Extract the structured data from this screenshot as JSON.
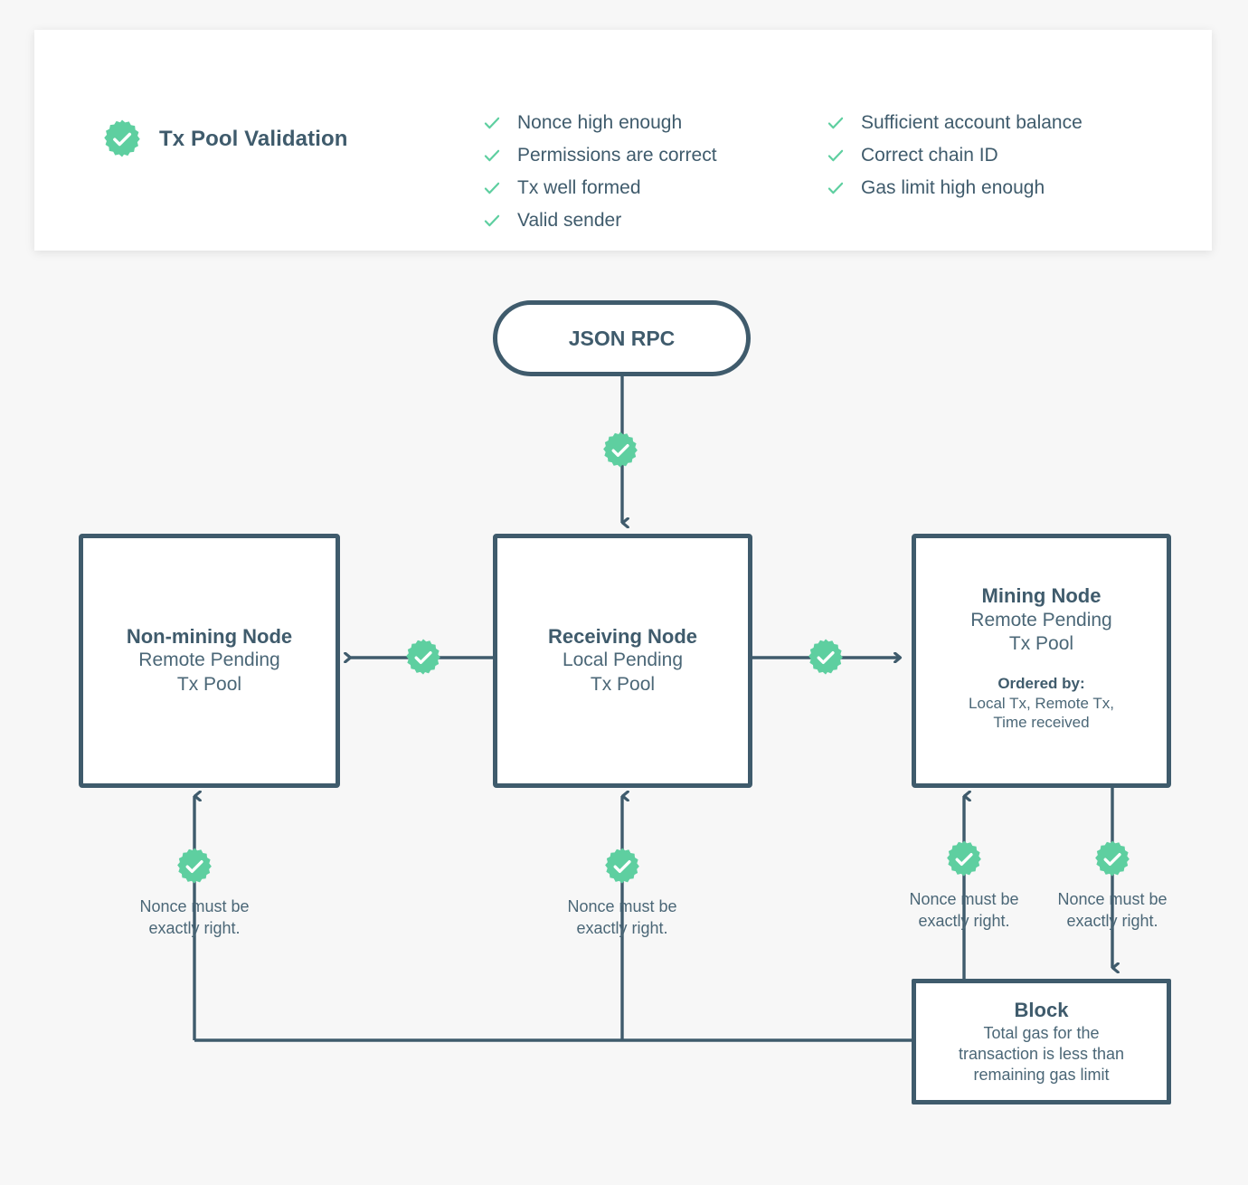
{
  "colors": {
    "page_bg": "#f7f7f7",
    "card_bg": "#ffffff",
    "stroke_dark": "#3f5b6c",
    "accent_green": "#5ecfa0",
    "text_dark": "#3f5b6c",
    "text_body": "#4b6777"
  },
  "validation_card": {
    "title": "Tx Pool Validation",
    "badge_icon": "check-badge-icon",
    "columns": [
      {
        "items": [
          "Nonce high enough",
          "Permissions are correct",
          "Tx well formed",
          "Valid sender"
        ]
      },
      {
        "items": [
          "Sufficient account balance",
          "Correct chain ID",
          "Gas limit high enough"
        ]
      }
    ]
  },
  "nodes": {
    "rpc": {
      "title": "JSON RPC"
    },
    "non_mining": {
      "title": "Non-mining Node",
      "subtitle": "Remote Pending\nTx Pool"
    },
    "receiving": {
      "title": "Receiving Node",
      "subtitle": "Local Pending\nTx Pool"
    },
    "mining": {
      "title": "Mining Node",
      "subtitle": "Remote Pending\nTx Pool",
      "ordered_by_label": "Ordered by:",
      "ordered_by_value": "Local Tx, Remote Tx,\nTime received"
    },
    "block": {
      "title": "Block",
      "subtitle": "Total gas for the\ntransaction is less than\nremaining gas limit"
    }
  },
  "nonce_captions": {
    "non_mining": "Nonce must be\nexactly right.",
    "receiving": "Nonce must be\nexactly right.",
    "mining": "Nonce must be\nexactly right.",
    "block": "Nonce must be\nexactly right."
  },
  "wire_badges": {
    "rpc_to_receiving": "check-badge-icon",
    "receiving_to_non_mining": "check-badge-icon",
    "receiving_to_mining": "check-badge-icon",
    "block_to_non_mining": "check-badge-icon",
    "block_to_receiving": "check-badge-icon",
    "block_to_mining": "check-badge-icon",
    "mining_to_block": "check-badge-icon"
  }
}
